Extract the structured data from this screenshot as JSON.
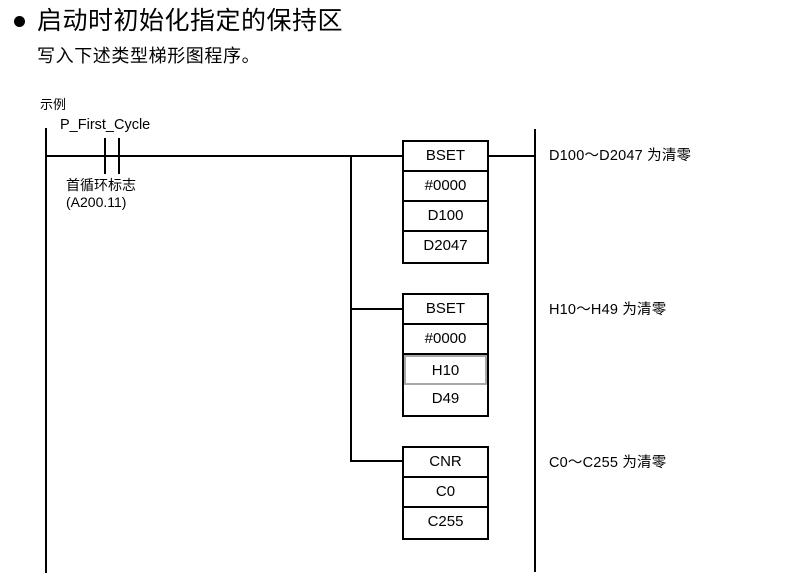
{
  "heading": {
    "bullet": "bullet-dot",
    "title": "启动时初始化指定的保持区",
    "subtitle": "写入下述类型梯形图程序。"
  },
  "diagram": {
    "example_label": "示例",
    "contact": {
      "name": "P_First_Cycle",
      "description_cn": "首循环标志",
      "address": "(A200.11)",
      "type": "normally-open-contact"
    },
    "rungs": [
      {
        "instruction": "BSET",
        "operands": [
          "#0000",
          "D100",
          "D2047"
        ],
        "selected_operand_index": null,
        "comment": "D100～D2047 为清零"
      },
      {
        "instruction": "BSET",
        "operands": [
          "#0000",
          "H10",
          "D49"
        ],
        "selected_operand_index": 1,
        "comment": "H10～H49 为清零"
      },
      {
        "instruction": "CNR",
        "operands": [
          "C0",
          "C255"
        ],
        "selected_operand_index": null,
        "comment": "C0～C255  为清零"
      }
    ]
  },
  "colors": {
    "line": "#000000",
    "background": "#ffffff",
    "selection_border": "#a8a8a8",
    "text": "#000000"
  }
}
